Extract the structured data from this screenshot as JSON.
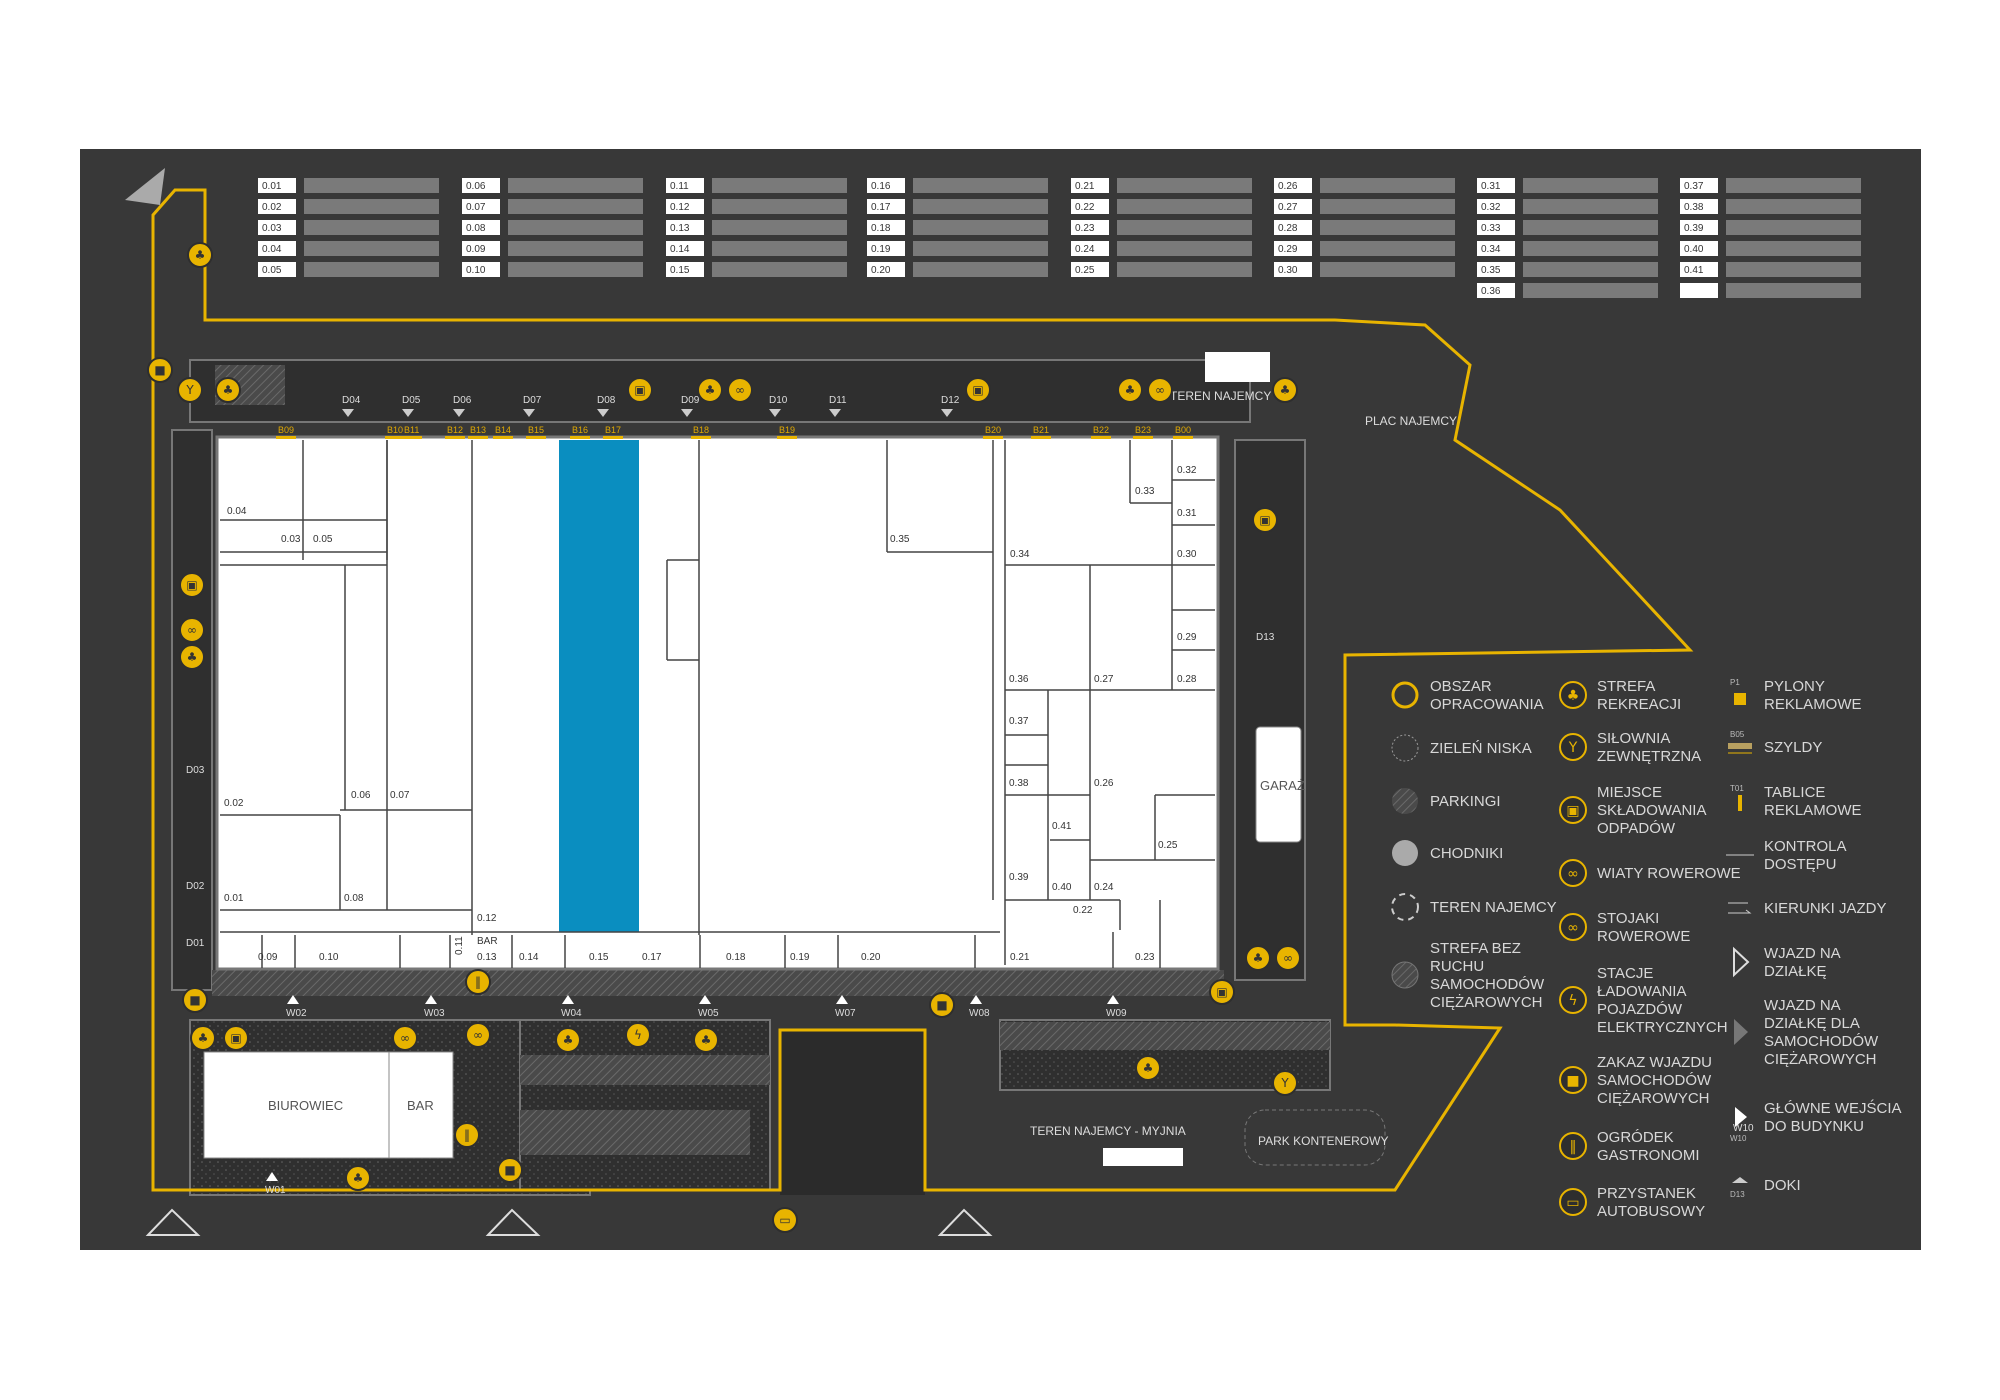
{
  "colors": {
    "background": "#383838",
    "outline": "#e8b400",
    "unit_fill": "#ffffff",
    "highlight_unit": "#0a8ec0",
    "table_bar": "#7a7a7a",
    "road": "#2e2e2e"
  },
  "tenant_table": {
    "columns": [
      [
        "0.01",
        "0.02",
        "0.03",
        "0.04",
        "0.05"
      ],
      [
        "0.06",
        "0.07",
        "0.08",
        "0.09",
        "0.10"
      ],
      [
        "0.11",
        "0.12",
        "0.13",
        "0.14",
        "0.15"
      ],
      [
        "0.16",
        "0.17",
        "0.18",
        "0.19",
        "0.20"
      ],
      [
        "0.21",
        "0.22",
        "0.23",
        "0.24",
        "0.25"
      ],
      [
        "0.26",
        "0.27",
        "0.28",
        "0.29",
        "0.30"
      ],
      [
        "0.31",
        "0.32",
        "0.33",
        "0.34",
        "0.35",
        "0.36"
      ],
      [
        "0.37",
        "0.38",
        "0.39",
        "0.40",
        "0.41",
        ""
      ]
    ]
  },
  "map": {
    "units": [
      "0.04",
      "0.03",
      "0.05",
      "0.02",
      "0.06",
      "0.07",
      "0.01",
      "0.08",
      "0.09",
      "0.10",
      "0.12",
      "BAR",
      "0.13",
      "0.11",
      "0.14",
      "0.15",
      "0.17",
      "0.18",
      "0.19",
      "0.20",
      "0.21",
      "0.23",
      "0.22",
      "0.24",
      "0.40",
      "0.39",
      "0.41",
      "0.25",
      "0.38",
      "0.26",
      "0.37",
      "0.36",
      "0.27",
      "0.28",
      "0.29",
      "0.30",
      "0.31",
      "0.32",
      "0.33",
      "0.34",
      "0.35"
    ],
    "docks": [
      "D04",
      "D05",
      "D06",
      "D07",
      "D08",
      "D09",
      "D10",
      "D11",
      "D12",
      "D13",
      "D03",
      "D02",
      "D01"
    ],
    "entrances": [
      "W02",
      "W03",
      "W04",
      "W05",
      "W07",
      "W08",
      "W09",
      "W01",
      "W10"
    ],
    "signs": [
      "B09",
      "B10",
      "B11",
      "B12",
      "B13",
      "B14",
      "B15",
      "B16",
      "B17",
      "B18",
      "B19",
      "B20",
      "B21",
      "B22",
      "B23",
      "B00"
    ],
    "areas": {
      "tenant_area_top": "TEREN NAJEMCY",
      "tenant_yard": "PLAC NAJEMCY",
      "garage": "GARAŻ",
      "office": "BIUROWIEC",
      "bar": "BAR",
      "carwash": "TEREN NAJEMCY - MYJNIA",
      "container_park": "PARK KONTENEROWY"
    }
  },
  "legend": {
    "col1": [
      {
        "icon": "study-area-icon",
        "label": "OBSZAR OPRACOWANIA"
      },
      {
        "icon": "low-greenery-icon",
        "label": "ZIELEŃ NISKA"
      },
      {
        "icon": "parking-icon",
        "label": "PARKINGI"
      },
      {
        "icon": "sidewalk-icon",
        "label": "CHODNIKI"
      },
      {
        "icon": "tenant-area-icon",
        "label": "TEREN NAJEMCY"
      },
      {
        "icon": "no-truck-zone-icon",
        "label": "STREFA BEZ RUCHU SAMOCHODÓW CIĘŻAROWYCH"
      }
    ],
    "col2": [
      {
        "icon": "recreation-icon",
        "label": "STREFA REKREACJI"
      },
      {
        "icon": "outdoor-gym-icon",
        "label": "SIŁOWNIA ZEWNĘTRZNA"
      },
      {
        "icon": "waste-icon",
        "label": "MIEJSCE SKŁADOWANIA ODPADÓW"
      },
      {
        "icon": "bike-shelter-icon",
        "label": "WIATY ROWEROWE"
      },
      {
        "icon": "bike-rack-icon",
        "label": "STOJAKI ROWEROWE"
      },
      {
        "icon": "ev-charging-icon",
        "label": "STACJE ŁADOWANIA POJAZDÓW ELEKTRYCZNYCH"
      },
      {
        "icon": "no-trucks-icon",
        "label": "ZAKAZ WJAZDU SAMOCHODÓW CIĘŻAROWYCH"
      },
      {
        "icon": "restaurant-garden-icon",
        "label": "OGRÓDEK GASTRONOMI"
      },
      {
        "icon": "bus-stop-icon",
        "label": "PRZYSTANEK AUTOBUSOWY"
      }
    ],
    "col3": [
      {
        "icon": "pylon-icon",
        "label": "PYLONY REKLAMOWE",
        "tag": "P1"
      },
      {
        "icon": "signboard-icon",
        "label": "SZYLDY",
        "tag": "B05"
      },
      {
        "icon": "billboard-icon",
        "label": "TABLICE REKLAMOWE",
        "tag": "T01"
      },
      {
        "icon": "access-control-icon",
        "label": "KONTROLA DOSTĘPU"
      },
      {
        "icon": "traffic-direction-icon",
        "label": "KIERUNKI JAZDY"
      },
      {
        "icon": "plot-entry-icon",
        "label": "WJAZD NA DZIAŁKĘ"
      },
      {
        "icon": "truck-entry-icon",
        "label": "WJAZD NA DZIAŁKĘ DLA SAMOCHODÓW CIĘŻAROWYCH"
      },
      {
        "icon": "main-entrance-icon",
        "label": "GŁÓWNE WEJŚCIA DO BUDYNKU",
        "tag": "W10"
      },
      {
        "icon": "dock-icon",
        "label": "DOKI",
        "tag": "D13"
      }
    ]
  }
}
